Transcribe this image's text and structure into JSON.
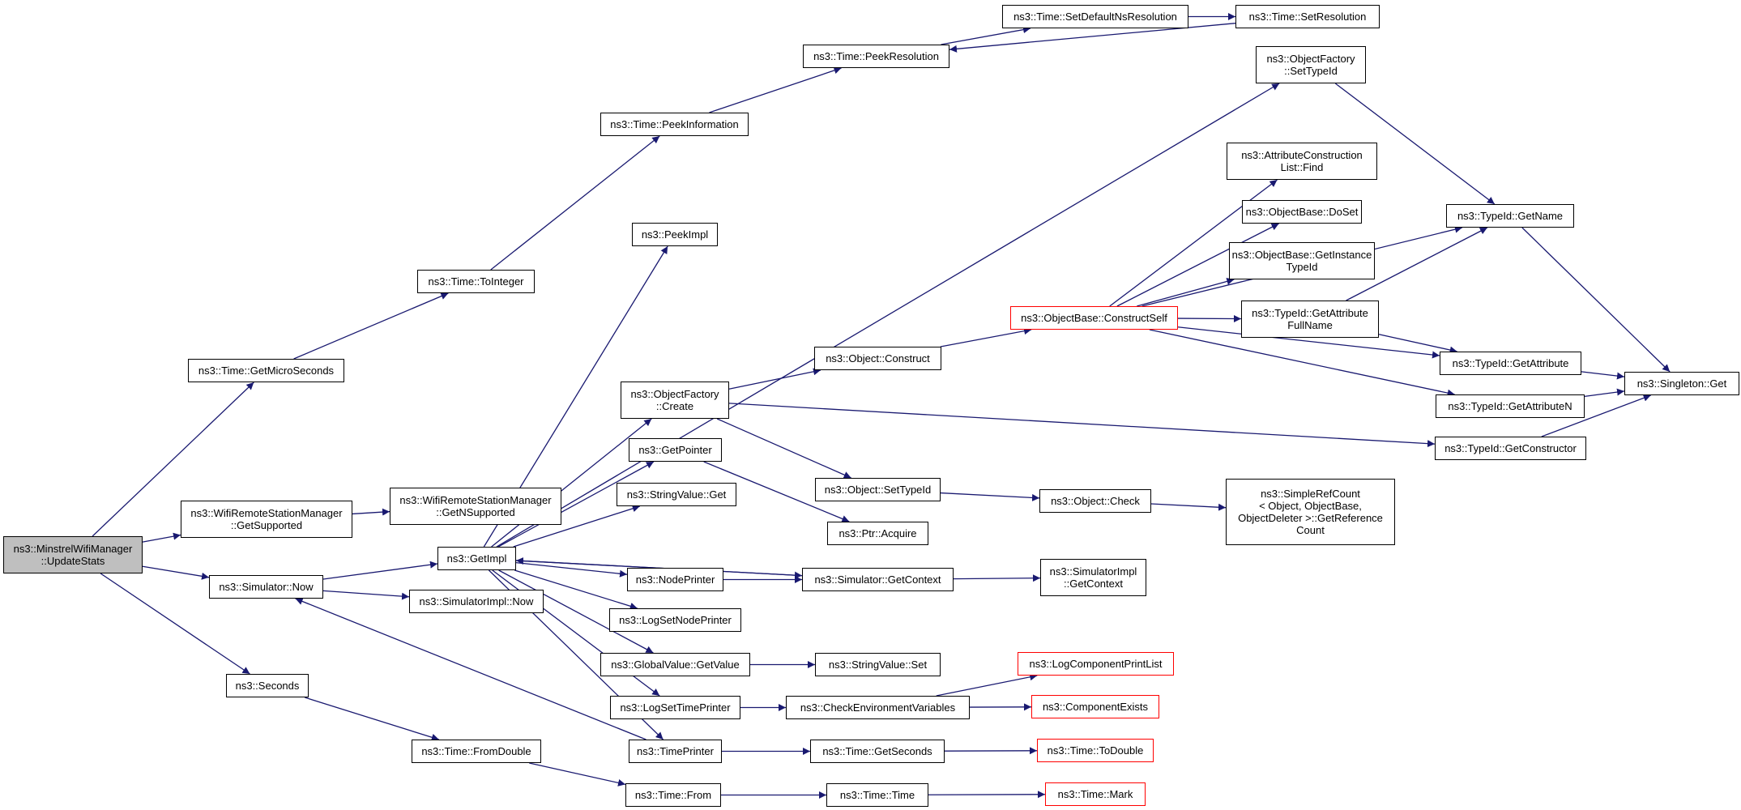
{
  "colors": {
    "edge": "#191970",
    "border": "#000000",
    "truncated_border": "#ff0000",
    "root_fill": "#bfbfbf"
  },
  "nodes": [
    {
      "id": "root",
      "lines": [
        "ns3::MinstrelWifiManager",
        "::UpdateStats"
      ],
      "root": true
    },
    {
      "id": "getMicro",
      "lines": [
        "ns3::Time::GetMicroSeconds"
      ]
    },
    {
      "id": "wifiGetSupp",
      "lines": [
        "ns3::WifiRemoteStationManager",
        "::GetSupported"
      ]
    },
    {
      "id": "simNow",
      "lines": [
        "ns3::Simulator::Now"
      ]
    },
    {
      "id": "seconds",
      "lines": [
        "ns3::Seconds"
      ]
    },
    {
      "id": "toInteger",
      "lines": [
        "ns3::Time::ToInteger"
      ]
    },
    {
      "id": "wifiNSupp",
      "lines": [
        "ns3::WifiRemoteStationManager",
        "::GetNSupported"
      ]
    },
    {
      "id": "getImpl",
      "lines": [
        "ns3::GetImpl"
      ]
    },
    {
      "id": "simImplNow",
      "lines": [
        "ns3::SimulatorImpl::Now"
      ]
    },
    {
      "id": "fromDouble",
      "lines": [
        "ns3::Time::FromDouble"
      ]
    },
    {
      "id": "peekInfo",
      "lines": [
        "ns3::Time::PeekInformation"
      ]
    },
    {
      "id": "peekImpl",
      "lines": [
        "ns3::PeekImpl"
      ]
    },
    {
      "id": "ofCreate",
      "lines": [
        "ns3::ObjectFactory",
        "::Create"
      ]
    },
    {
      "id": "getPointer",
      "lines": [
        "ns3::GetPointer"
      ]
    },
    {
      "id": "svGet",
      "lines": [
        "ns3::StringValue::Get"
      ]
    },
    {
      "id": "nodePrinter",
      "lines": [
        "ns3::NodePrinter"
      ]
    },
    {
      "id": "logSetNode",
      "lines": [
        "ns3::LogSetNodePrinter"
      ]
    },
    {
      "id": "gvGetValue",
      "lines": [
        "ns3::GlobalValue::GetValue"
      ]
    },
    {
      "id": "logSetTime",
      "lines": [
        "ns3::LogSetTimePrinter"
      ]
    },
    {
      "id": "timePrinter",
      "lines": [
        "ns3::TimePrinter"
      ]
    },
    {
      "id": "timeFrom",
      "lines": [
        "ns3::Time::From"
      ]
    },
    {
      "id": "peekRes",
      "lines": [
        "ns3::Time::PeekResolution"
      ]
    },
    {
      "id": "objConstruct",
      "lines": [
        "ns3::Object::Construct"
      ]
    },
    {
      "id": "objSetTypeId",
      "lines": [
        "ns3::Object::SetTypeId"
      ]
    },
    {
      "id": "ptrAcquire",
      "lines": [
        "ns3::Ptr::Acquire"
      ]
    },
    {
      "id": "simGetCtx",
      "lines": [
        "ns3::Simulator::GetContext"
      ]
    },
    {
      "id": "svSet",
      "lines": [
        "ns3::StringValue::Set"
      ]
    },
    {
      "id": "checkEnv",
      "lines": [
        "ns3::CheckEnvironmentVariables"
      ]
    },
    {
      "id": "getSecs",
      "lines": [
        "ns3::Time::GetSeconds"
      ]
    },
    {
      "id": "timeTime",
      "lines": [
        "ns3::Time::Time"
      ]
    },
    {
      "id": "setDefNs",
      "lines": [
        "ns3::Time::SetDefaultNsResolution"
      ]
    },
    {
      "id": "obConstructSelf",
      "lines": [
        "ns3::ObjectBase::ConstructSelf"
      ],
      "truncated": true
    },
    {
      "id": "objCheck",
      "lines": [
        "ns3::Object::Check"
      ]
    },
    {
      "id": "simImplGetCtx",
      "lines": [
        "ns3::SimulatorImpl",
        "::GetContext"
      ]
    },
    {
      "id": "logCompPrint",
      "lines": [
        "ns3::LogComponentPrintList"
      ],
      "truncated": true
    },
    {
      "id": "compExists",
      "lines": [
        "ns3::ComponentExists"
      ],
      "truncated": true
    },
    {
      "id": "toDouble",
      "lines": [
        "ns3::Time::ToDouble"
      ],
      "truncated": true
    },
    {
      "id": "timeMark",
      "lines": [
        "ns3::Time::Mark"
      ],
      "truncated": true
    },
    {
      "id": "setRes",
      "lines": [
        "ns3::Time::SetResolution"
      ]
    },
    {
      "id": "ofSetTypeId",
      "lines": [
        "ns3::ObjectFactory",
        "::SetTypeId"
      ]
    },
    {
      "id": "aclFind",
      "lines": [
        "ns3::AttributeConstruction",
        "List::Find"
      ]
    },
    {
      "id": "obDoSet",
      "lines": [
        "ns3::ObjectBase::DoSet"
      ]
    },
    {
      "id": "obGetInst",
      "lines": [
        "ns3::ObjectBase::GetInstance",
        "TypeId"
      ]
    },
    {
      "id": "tidGetAttrFull",
      "lines": [
        "ns3::TypeId::GetAttribute",
        "FullName"
      ]
    },
    {
      "id": "simpleRef",
      "lines": [
        "ns3::SimpleRefCount",
        "< Object, ObjectBase,",
        "ObjectDeleter >::GetReference",
        "Count"
      ]
    },
    {
      "id": "tidGetName",
      "lines": [
        "ns3::TypeId::GetName"
      ]
    },
    {
      "id": "tidGetAttr",
      "lines": [
        "ns3::TypeId::GetAttribute"
      ]
    },
    {
      "id": "tidGetAttrN",
      "lines": [
        "ns3::TypeId::GetAttributeN"
      ]
    },
    {
      "id": "tidGetCtor",
      "lines": [
        "ns3::TypeId::GetConstructor"
      ]
    },
    {
      "id": "singletonGet",
      "lines": [
        "ns3::Singleton::Get"
      ]
    }
  ],
  "edges": [
    [
      "root",
      "getMicro"
    ],
    [
      "root",
      "wifiGetSupp"
    ],
    [
      "root",
      "simNow"
    ],
    [
      "root",
      "seconds"
    ],
    [
      "getMicro",
      "toInteger"
    ],
    [
      "toInteger",
      "peekInfo"
    ],
    [
      "peekInfo",
      "peekRes"
    ],
    [
      "peekRes",
      "setDefNs"
    ],
    [
      "setDefNs",
      "setRes"
    ],
    [
      "setRes",
      "peekRes"
    ],
    [
      "wifiGetSupp",
      "wifiNSupp"
    ],
    [
      "simNow",
      "getImpl"
    ],
    [
      "simNow",
      "simImplNow"
    ],
    [
      "getImpl",
      "peekImpl"
    ],
    [
      "getImpl",
      "ofSetTypeId"
    ],
    [
      "getImpl",
      "ofCreate"
    ],
    [
      "getImpl",
      "getPointer"
    ],
    [
      "getImpl",
      "svGet"
    ],
    [
      "getImpl",
      "nodePrinter"
    ],
    [
      "getImpl",
      "simGetCtx"
    ],
    [
      "getImpl",
      "logSetNode"
    ],
    [
      "getImpl",
      "gvGetValue"
    ],
    [
      "getImpl",
      "logSetTime"
    ],
    [
      "getImpl",
      "timePrinter"
    ],
    [
      "ofCreate",
      "objConstruct"
    ],
    [
      "ofCreate",
      "objSetTypeId"
    ],
    [
      "ofCreate",
      "tidGetCtor"
    ],
    [
      "getPointer",
      "ptrAcquire"
    ],
    [
      "objConstruct",
      "obConstructSelf"
    ],
    [
      "obConstructSelf",
      "aclFind"
    ],
    [
      "obConstructSelf",
      "obDoSet"
    ],
    [
      "obConstructSelf",
      "obGetInst"
    ],
    [
      "obConstructSelf",
      "tidGetAttrFull"
    ],
    [
      "obConstructSelf",
      "tidGetAttr"
    ],
    [
      "obConstructSelf",
      "tidGetAttrN"
    ],
    [
      "obConstructSelf",
      "tidGetName"
    ],
    [
      "ofSetTypeId",
      "tidGetName"
    ],
    [
      "tidGetAttrFull",
      "tidGetName"
    ],
    [
      "tidGetAttrFull",
      "tidGetAttr"
    ],
    [
      "tidGetName",
      "singletonGet"
    ],
    [
      "tidGetAttr",
      "singletonGet"
    ],
    [
      "tidGetAttrN",
      "singletonGet"
    ],
    [
      "tidGetCtor",
      "singletonGet"
    ],
    [
      "objSetTypeId",
      "objCheck"
    ],
    [
      "objCheck",
      "simpleRef"
    ],
    [
      "nodePrinter",
      "simGetCtx"
    ],
    [
      "simGetCtx",
      "simImplGetCtx"
    ],
    [
      "simGetCtx",
      "getImpl"
    ],
    [
      "gvGetValue",
      "svSet"
    ],
    [
      "logSetTime",
      "checkEnv"
    ],
    [
      "checkEnv",
      "logCompPrint"
    ],
    [
      "checkEnv",
      "compExists"
    ],
    [
      "timePrinter",
      "getSecs"
    ],
    [
      "timePrinter",
      "simNow"
    ],
    [
      "getSecs",
      "toDouble"
    ],
    [
      "seconds",
      "fromDouble"
    ],
    [
      "fromDouble",
      "timeFrom"
    ],
    [
      "timeFrom",
      "timeTime"
    ],
    [
      "timeTime",
      "timeMark"
    ]
  ]
}
